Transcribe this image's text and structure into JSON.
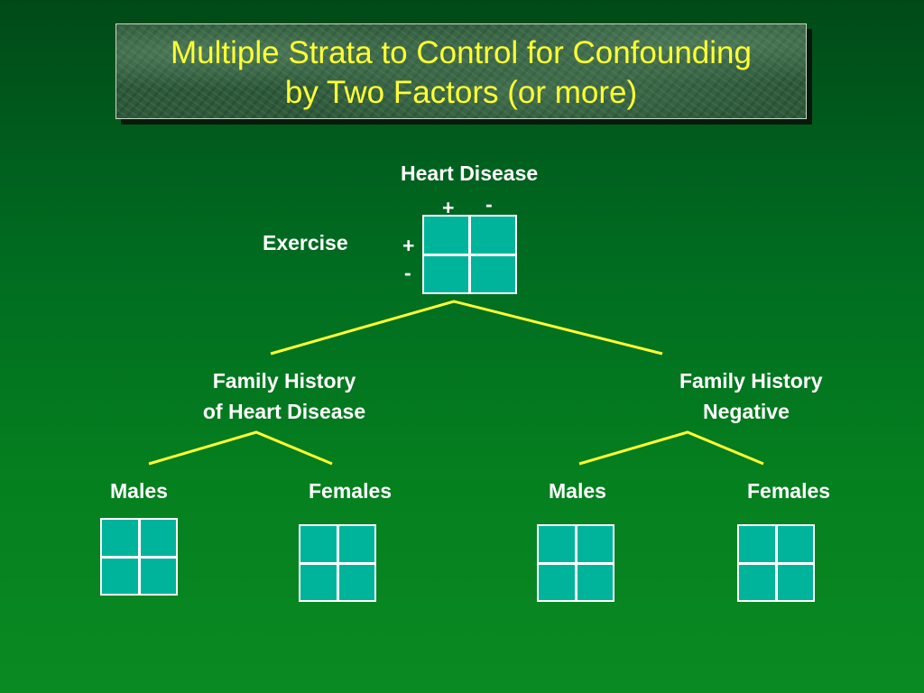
{
  "title": {
    "line1": "Multiple Strata to Control for Confounding",
    "line2": "by Two Factors (or more)"
  },
  "top_table": {
    "column_header": "Heart Disease",
    "col_plus": "+",
    "col_minus": "-",
    "row_header": "Exercise",
    "row_plus": "+",
    "row_minus": "-"
  },
  "strata": {
    "left": {
      "line1": "Family History",
      "line2": "of Heart Disease",
      "males": "Males",
      "females": "Females"
    },
    "right": {
      "line1": "Family History",
      "line2": "Negative",
      "males": "Males",
      "females": "Females"
    }
  },
  "colors": {
    "title_text": "#ffff33",
    "connector": "#ffff33",
    "cell_fill": "#00b49c",
    "label_text": "#ffffff"
  }
}
